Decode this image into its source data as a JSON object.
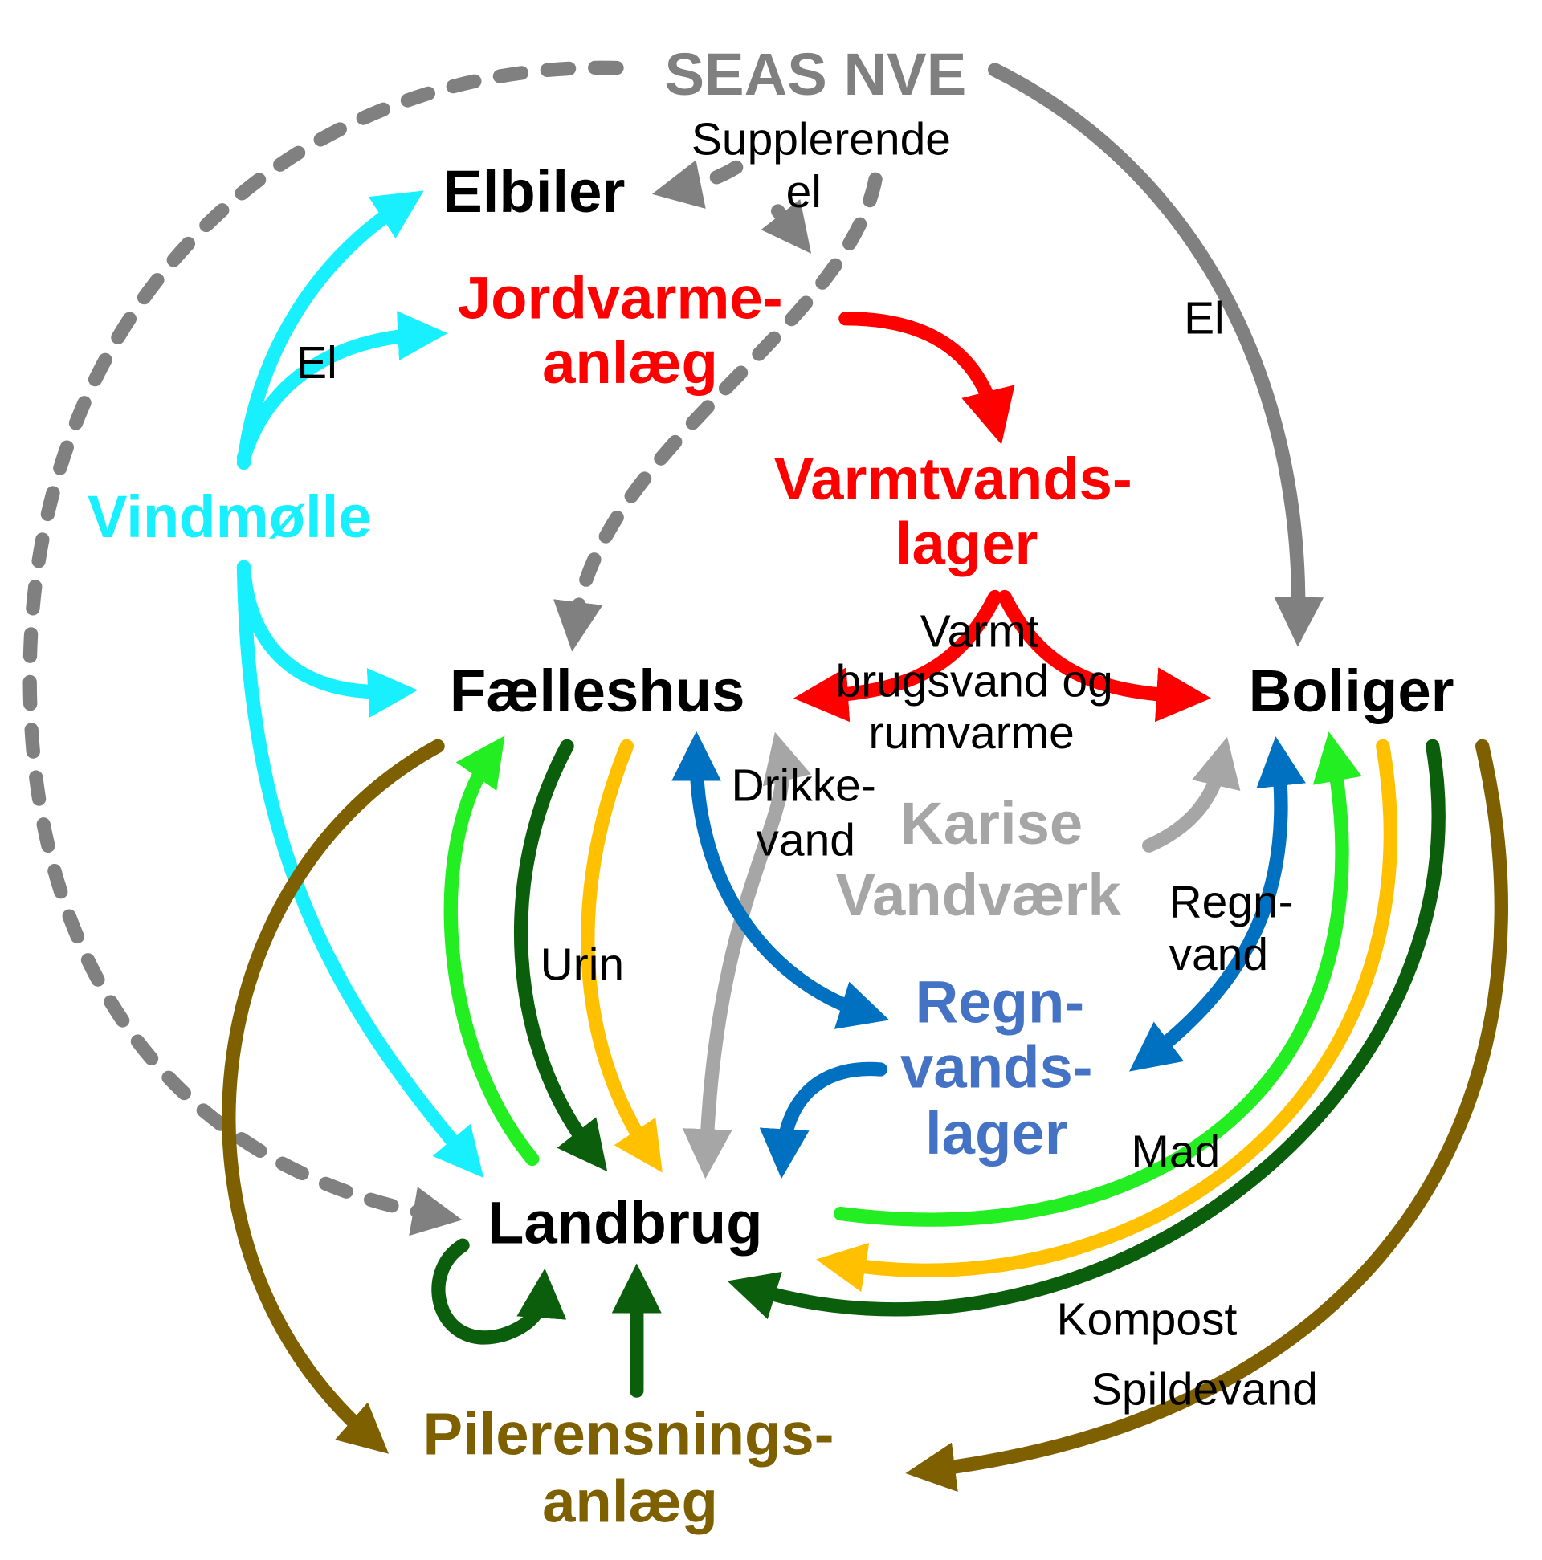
{
  "colors": {
    "electricity_grid": "#808080",
    "wind": "#19f0ff",
    "heat": "#ff0000",
    "drinking_water": "#a6a6a6",
    "rain_water": "#0070c0",
    "rain_storage_text": "#4472c4",
    "food": "#22ee22",
    "compost": "#0b5e0b",
    "urine": "#ffc000",
    "wastewater": "#7f6000",
    "text": "#000000"
  },
  "nodes": {
    "seas_nve": "SEAS NVE",
    "elbiler": "Elbiler",
    "jordvarme_1": "Jordvarme-",
    "jordvarme_2": "anlæg",
    "varmtvand_1": "Varmtvands-",
    "varmtvand_2": "lager",
    "vindmoelle": "Vindmølle",
    "faelleshus": "Fælleshus",
    "boliger": "Boliger",
    "karise_1": "Karise",
    "karise_2": "Vandværk",
    "regnvand_1": "Regn-",
    "regnvand_2": "vands-",
    "regnvand_3": "lager",
    "landbrug": "Landbrug",
    "pilerens_1": "Pilerensnings-",
    "pilerens_2": "anlæg"
  },
  "flows": {
    "supplerende_1": "Supplerende",
    "supplerende_2": "el",
    "el_left": "El",
    "el_right": "El",
    "varmt_1": "Varmt",
    "varmt_2": "brugsvand og",
    "varmt_3": "rumvarme",
    "drikke_1": "Drikke-",
    "drikke_2": "vand",
    "regn_1": "Regn-",
    "regn_2": "vand",
    "urin": "Urin",
    "mad": "Mad",
    "kompost": "Kompost",
    "spildevand": "Spildevand"
  }
}
